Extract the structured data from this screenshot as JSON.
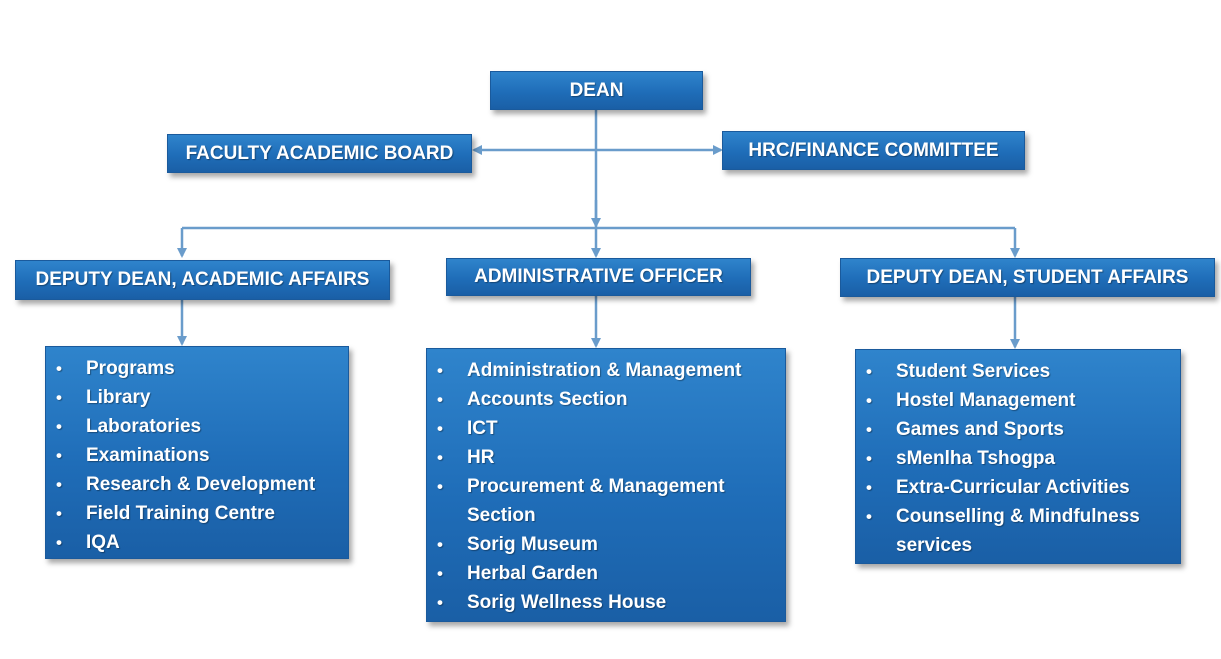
{
  "diagram": {
    "dean": "DEAN",
    "faculty_board": "FACULTY ACADEMIC BOARD",
    "hrc_committee": "HRC/FINANCE COMMITTEE",
    "deputy_academic": {
      "title": "DEPUTY DEAN, ACADEMIC AFFAIRS",
      "items": [
        "Programs",
        "Library",
        "Laboratories",
        "Examinations",
        "Research & Development",
        "Field Training Centre",
        "IQA"
      ]
    },
    "admin_officer": {
      "title": "ADMINISTRATIVE OFFICER",
      "items": [
        "Administration & Management",
        "Accounts Section",
        "ICT",
        "HR",
        "Procurement & Management Section",
        "Sorig Museum",
        "Herbal Garden",
        "Sorig Wellness House"
      ]
    },
    "deputy_student": {
      "title": "DEPUTY DEAN, STUDENT AFFAIRS",
      "items": [
        "Student Services",
        "Hostel Management",
        "Games and Sports",
        "sMenlha Tshogpa",
        "Extra-Curricular Activities",
        "Counselling & Mindfulness services"
      ]
    },
    "colors": {
      "box_fill": "#1f6db8",
      "connector": "#6a9ccb",
      "text": "#ffffff"
    }
  }
}
